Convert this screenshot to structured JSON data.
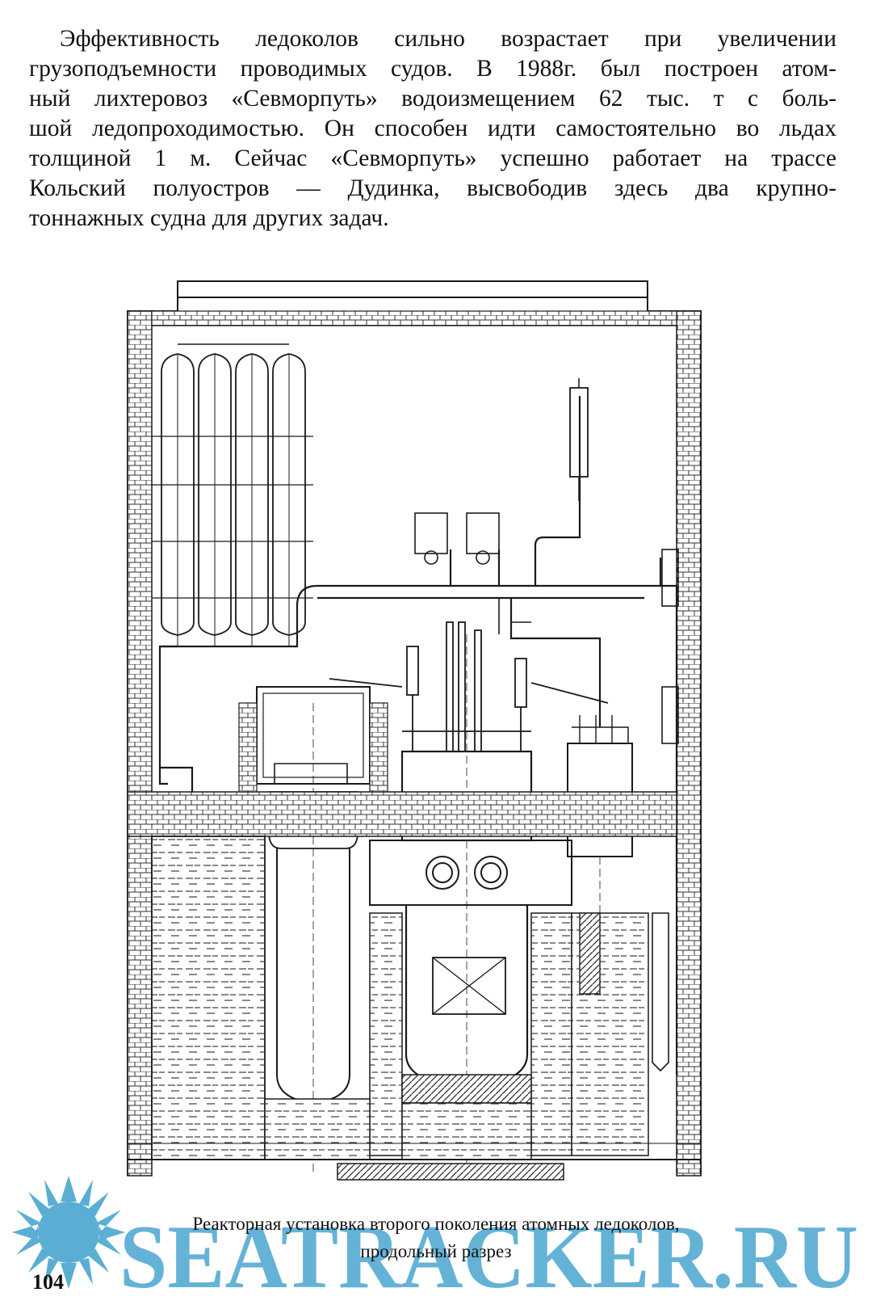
{
  "paragraph": {
    "lines": [
      "Эффективность ледоколов сильно возрастает при увеличении",
      "грузоподъемности проводимых судов. В 1988г. был построен атом-",
      "ный лихтеровоз «Севморпуть» водоизмещением 62 тыс. т с боль-",
      "шой ледопроходимостью. Он способен идти самостоятельно во льдах",
      "толщиной 1 м. Сейчас «Севморпуть» успешно работает на трассе",
      "Кольский полуостров — Дудинка, высвободив здесь два крупно-",
      "тоннажных судна для других задач."
    ]
  },
  "figure": {
    "caption_line1": "Реакторная установка второго поколения атомных ледоколов,",
    "caption_line2": "продольный разрез"
  },
  "page_number": "104",
  "watermark": {
    "text": "SEATRACKER.RU",
    "icon": "sun-burst-logo",
    "color": "#4aa6cf"
  }
}
